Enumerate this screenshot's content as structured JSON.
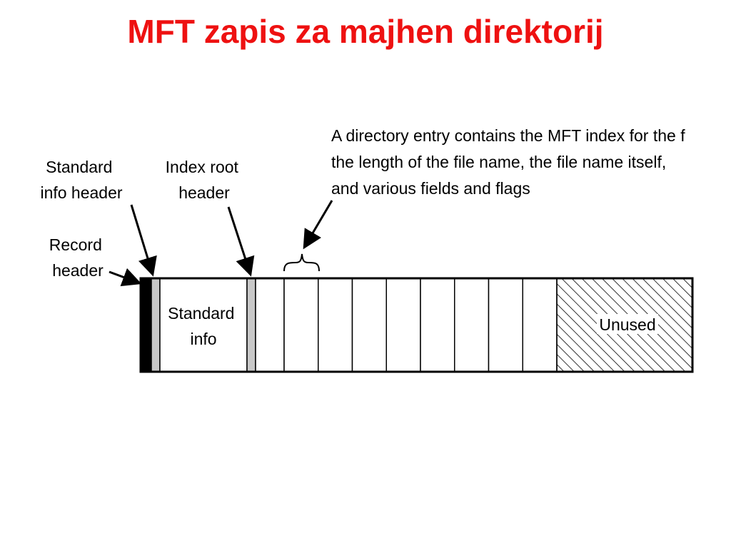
{
  "title": {
    "text": "MFT zapis za majhen direktorij",
    "color": "#ee1111"
  },
  "labels": {
    "standard_info_header": [
      "Standard",
      "info header"
    ],
    "index_root_header": [
      "Index root",
      "header"
    ],
    "record_header": [
      "Record",
      "header"
    ],
    "directory_entry_note": [
      "A directory entry contains the MFT index for the f",
      "the length of the file name, the file name itself,",
      "and various fields and flags"
    ],
    "standard_info": [
      "Standard",
      "info"
    ],
    "unused": "Unused"
  },
  "record": {
    "directory_entries": 9
  },
  "colors": {
    "record_header_fill": "#000000",
    "header_fill": "#c8c8c8",
    "stroke": "#000000",
    "background": "#ffffff"
  }
}
